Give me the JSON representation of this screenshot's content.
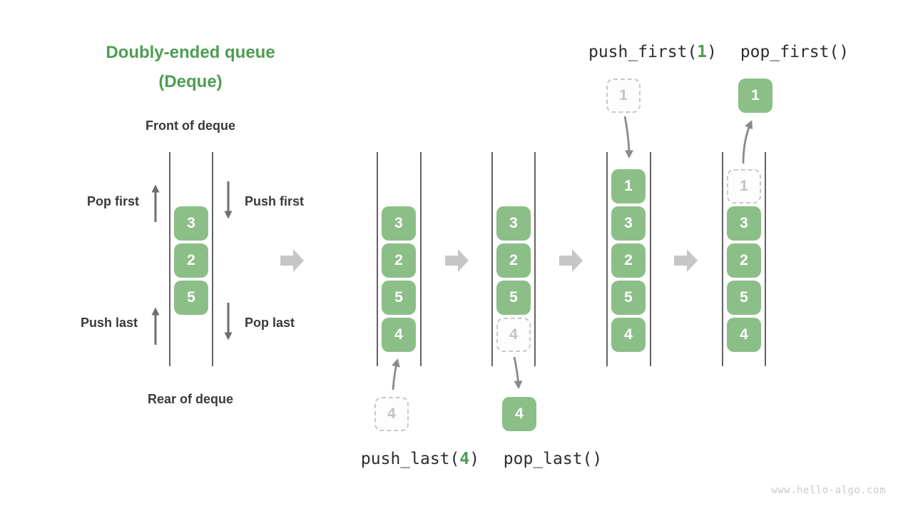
{
  "title": {
    "line1": "Doubly-ended queue",
    "line2": "(Deque)"
  },
  "left_diagram": {
    "front_label": "Front of deque",
    "rear_label": "Rear of deque",
    "pop_first_label": "Pop first",
    "push_first_label": "Push first",
    "push_last_label": "Push last",
    "pop_last_label": "Pop last",
    "cells": [
      "3",
      "2",
      "5"
    ]
  },
  "operations": {
    "push_last": {
      "prefix": "push_last(",
      "arg": "4",
      "suffix": ")"
    },
    "pop_last": {
      "label": "pop_last()"
    },
    "push_first": {
      "prefix": "push_first(",
      "arg": "1",
      "suffix": ")"
    },
    "pop_first": {
      "label": "pop_first()"
    }
  },
  "states": [
    {
      "name": "after-push-last",
      "cells": [
        {
          "value": "3"
        },
        {
          "value": "2"
        },
        {
          "value": "5"
        },
        {
          "value": "4"
        }
      ],
      "floating": {
        "value": "4",
        "style": "dashed",
        "position": "below"
      }
    },
    {
      "name": "after-pop-last",
      "cells": [
        {
          "value": "3"
        },
        {
          "value": "2"
        },
        {
          "value": "5"
        },
        {
          "value": "4",
          "style": "dashed"
        }
      ],
      "floating": {
        "value": "4",
        "style": "green",
        "position": "below"
      }
    },
    {
      "name": "after-push-first",
      "cells": [
        {
          "value": "1"
        },
        {
          "value": "3"
        },
        {
          "value": "2"
        },
        {
          "value": "5"
        },
        {
          "value": "4"
        }
      ],
      "floating": {
        "value": "1",
        "style": "dashed",
        "position": "above"
      }
    },
    {
      "name": "after-pop-first",
      "cells": [
        {
          "value": "1",
          "style": "dashed"
        },
        {
          "value": "3"
        },
        {
          "value": "2"
        },
        {
          "value": "5"
        },
        {
          "value": "4"
        }
      ],
      "floating": {
        "value": "1",
        "style": "green",
        "position": "above"
      }
    }
  ],
  "watermark": "www.hello-algo.com",
  "colors": {
    "cell_green": "#8cbf88",
    "accent_green": "#4e9e52",
    "label_dark": "#3a3a3a",
    "code_dark": "#2d2d2d",
    "rail_gray": "#636363",
    "small_arrow_gray": "#6e6e6e",
    "op_arrow_gray": "#8a8a8a",
    "block_arrow_gray": "#c6c6c6",
    "dashed_border_gray": "#c9c9c9",
    "watermark_gray": "#cbcbcb"
  }
}
